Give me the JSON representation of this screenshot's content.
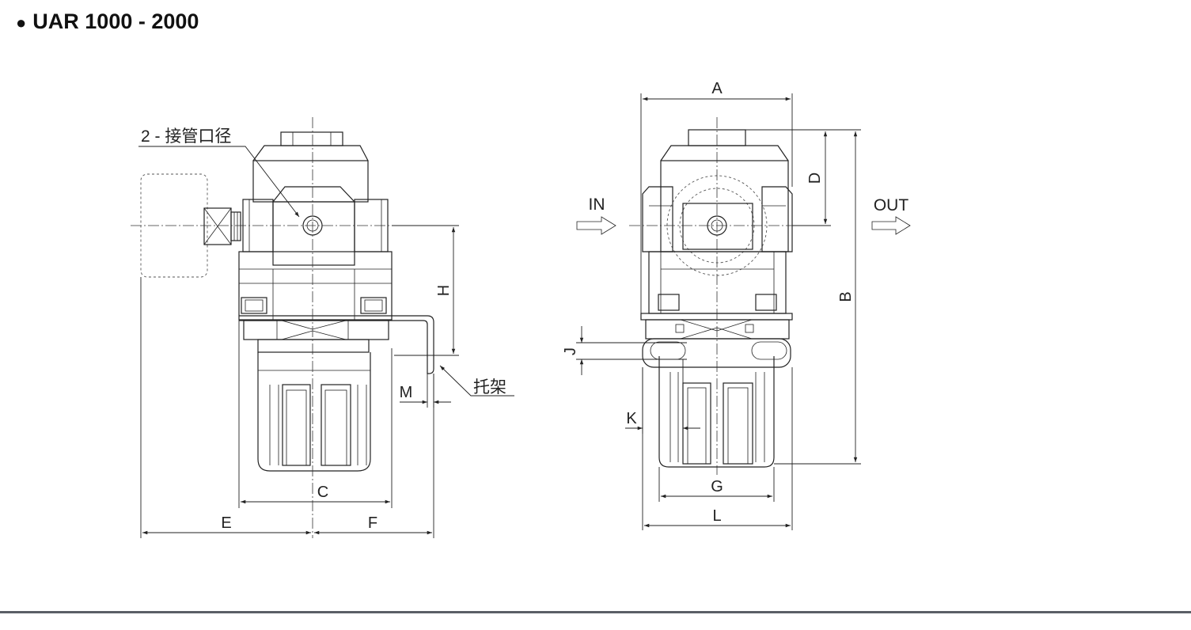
{
  "title": {
    "bullet": "●",
    "text": "UAR 1000 - 2000"
  },
  "front_view": {
    "port_callout": "2 - 接管口径",
    "bracket_callout": "托架",
    "dimensions": {
      "C": "C",
      "E": "E",
      "F": "F",
      "H": "H",
      "M": "M"
    }
  },
  "side_view": {
    "inlet_label": "IN",
    "outlet_label": "OUT",
    "dimensions": {
      "A": "A",
      "B": "B",
      "D": "D",
      "G": "G",
      "J": "J",
      "K": "K",
      "L": "L"
    }
  }
}
